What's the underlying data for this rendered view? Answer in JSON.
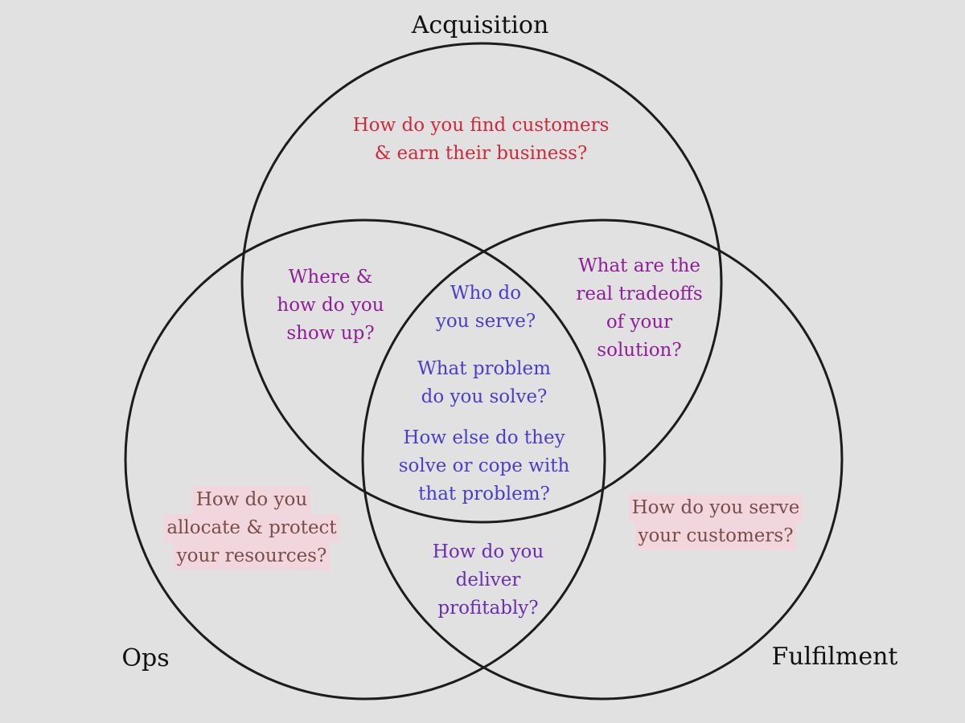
{
  "labels": {
    "acquisition": "Acquisition",
    "ops": "Ops",
    "fulfilment": "Fulfilment"
  },
  "questions": {
    "acquisition": [
      "How do you find customers",
      "& earn their business?"
    ],
    "acq_ops": [
      "Where &",
      "how do you",
      "show up?"
    ],
    "acq_fulfil": [
      "What are the",
      "real tradeoffs",
      "of your",
      "solution?"
    ],
    "center_1": [
      "Who do",
      "you serve?"
    ],
    "center_2": [
      "What problem",
      "do you solve?"
    ],
    "center_3": [
      "How else do they",
      "solve or cope with",
      "that problem?"
    ],
    "ops": [
      "How do you",
      "allocate & protect",
      "your resources?"
    ],
    "fulfilment": [
      "How do you serve",
      "your customers?"
    ],
    "ops_fulfil": [
      "How do you",
      "deliver",
      "profitably?"
    ]
  },
  "colors": {
    "acquisition": "#cc2b3c",
    "pair": "#8e1f98",
    "center": "#4a3ec8",
    "single": "#7a4d48",
    "ops_fulfil": "#6a2eb0",
    "highlight": "#f1d6dd"
  }
}
